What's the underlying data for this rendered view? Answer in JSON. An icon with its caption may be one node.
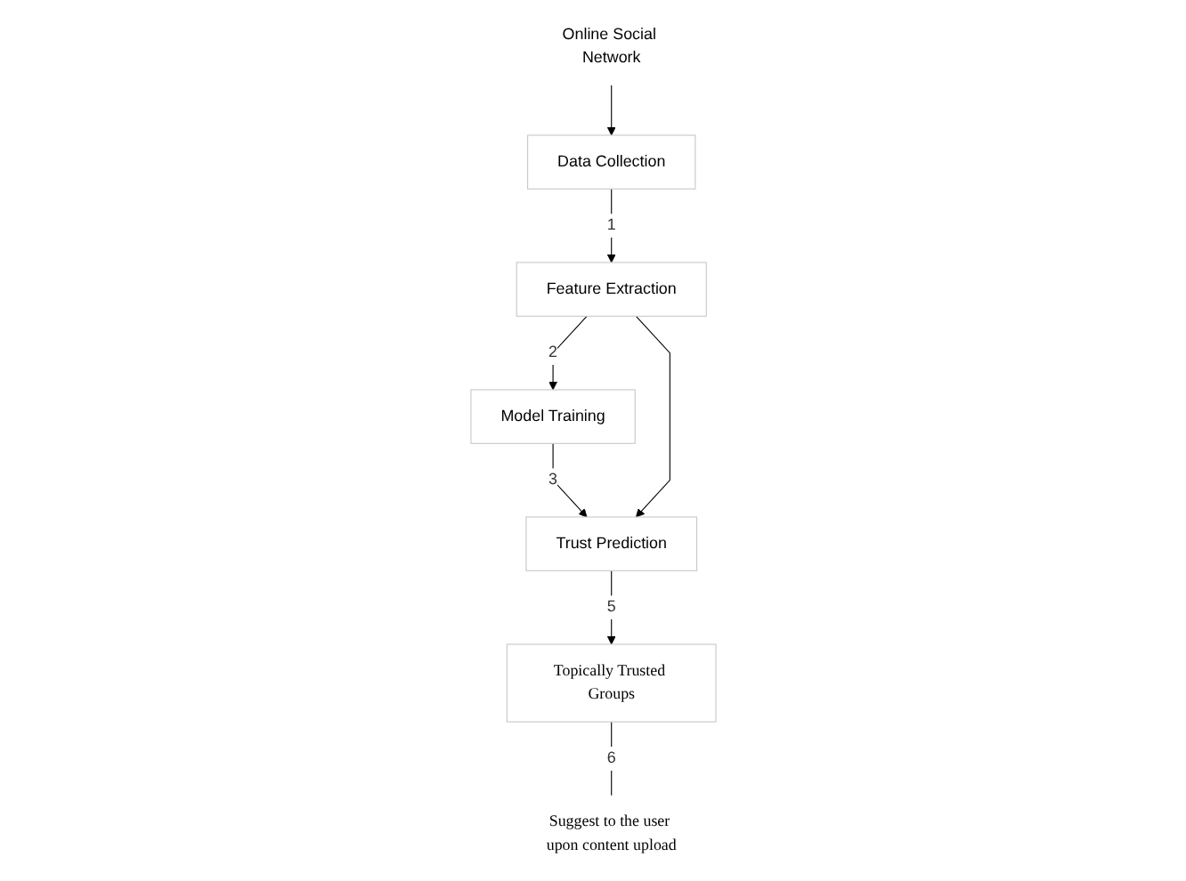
{
  "diagram": {
    "nodes": [
      {
        "text": [
          "Online Social Network"
        ]
      },
      {
        "text": [
          "Data Collection"
        ]
      },
      {
        "text": [
          "Feature Extraction"
        ]
      },
      {
        "text": [
          "Model Training"
        ]
      },
      {
        "text": [
          "Trust Prediction"
        ]
      },
      {
        "text": [
          "Topically Trusted Groups"
        ]
      },
      {
        "text": [
          "Suggest to the user upon content upload"
        ]
      }
    ],
    "edges": [
      {
        "from": 0,
        "to": 1,
        "arrow": "to"
      },
      {
        "from": 1,
        "to": 2,
        "arrow": "to",
        "label": "1"
      },
      {
        "from": 2,
        "to": 3,
        "arrow": "to",
        "label": "2"
      },
      {
        "from": 3,
        "to": 4,
        "arrow": "to",
        "label": "3"
      },
      {
        "from": 2,
        "to": 4,
        "arrow": "to"
      },
      {
        "from": 4,
        "to": 5,
        "arrow": "to",
        "label": "5"
      },
      {
        "from": 5,
        "to": 6,
        "arrow": "none",
        "label": "6"
      }
    ]
  }
}
